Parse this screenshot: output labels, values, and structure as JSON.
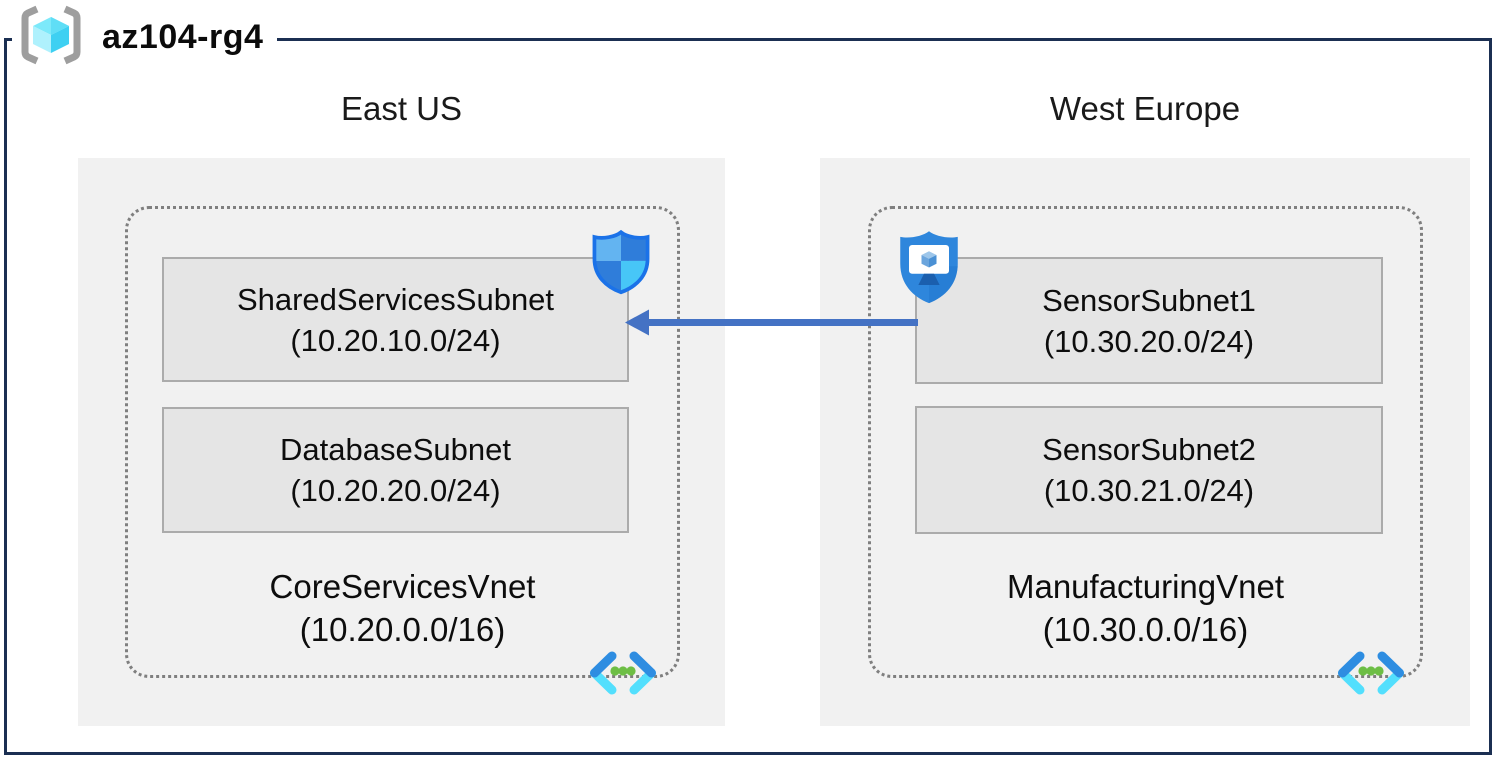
{
  "resource_group": {
    "name": "az104-rg4",
    "icon": "resource-group-icon"
  },
  "regions": [
    {
      "name": "East US",
      "vnet": {
        "name": "CoreServicesVnet",
        "cidr": "(10.20.0.0/16)",
        "icon": "virtual-network-icon",
        "subnets": [
          {
            "name": "SharedServicesSubnet",
            "cidr": "(10.20.10.0/24)",
            "badge_icon": "network-security-group-shield-icon"
          },
          {
            "name": "DatabaseSubnet",
            "cidr": "(10.20.20.0/24)"
          }
        ]
      }
    },
    {
      "name": "West Europe",
      "vnet": {
        "name": "ManufacturingVnet",
        "cidr": "(10.30.0.0/16)",
        "icon": "virtual-network-icon",
        "subnets": [
          {
            "name": "SensorSubnet1",
            "cidr": "(10.30.20.0/24)",
            "badge_icon": "application-security-group-shield-icon"
          },
          {
            "name": "SensorSubnet2",
            "cidr": "(10.30.21.0/24)"
          }
        ]
      }
    }
  ],
  "connection": {
    "from": "SensorSubnet1",
    "to": "SharedServicesSubnet",
    "direction": "right-to-left",
    "color": "#4472c4"
  },
  "colors": {
    "frame_border": "#1b2f52",
    "region_background": "#f1f1f1",
    "subnet_fill": "#e5e5e5",
    "subnet_border": "#ababab",
    "vnet_dotted_border": "#7f7f7f",
    "arrow": "#4472c4",
    "vnet_icon_dark_blue": "#2e8de1",
    "vnet_icon_cyan": "#53dffd",
    "vnet_icon_green": "#6dbe45"
  }
}
